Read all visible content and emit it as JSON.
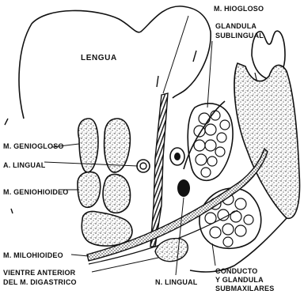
{
  "labels": {
    "lengua": "LENGUA",
    "hiogloso": "M. HIOGLOSO",
    "glandula_sublingual_line1": "GLANDULA",
    "glandula_sublingual_line2": "SUBLINGUAL",
    "geniogloso": "M. GENIOGLOSO",
    "arteria_lingual": "A. LINGUAL",
    "geniohioideo": "M. GENIOHIOIDEO",
    "milohioideo": "M. MILOHIOIDEO",
    "digastrico_line1": "VIENTRE ANTERIOR",
    "digastrico_line2": "DEL M. DIGASTRICO",
    "nervio_lingual": "N. LINGUAL",
    "submaxilar_line1": "CONDUCTO",
    "submaxilar_line2": "Y GLANDULA",
    "submaxilar_line3": "SUBMAXILARES"
  }
}
